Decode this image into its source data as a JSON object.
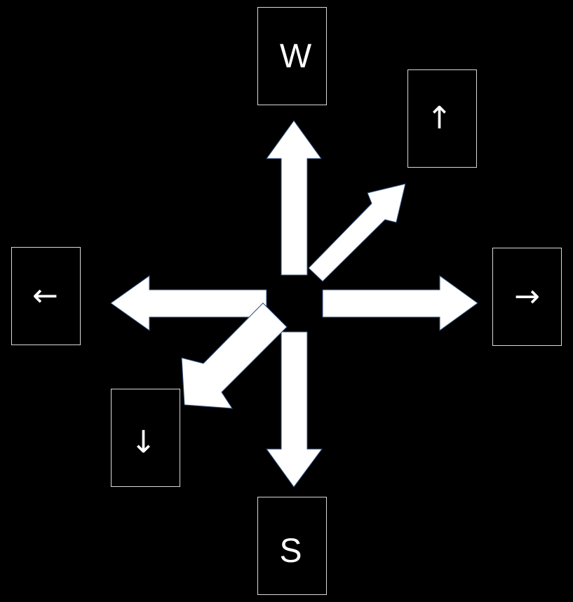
{
  "colors": {
    "background": "#000000",
    "card_border": "#d9d9d9",
    "card_text": "#ffffff",
    "arrow_fill": "#ffffff",
    "arrow_outline": "#2f4f7f"
  },
  "keys": {
    "w": "W",
    "s": "S",
    "up": "↑",
    "down": "↓",
    "left": "←",
    "right": "→"
  },
  "arrows": [
    {
      "direction": "up",
      "icon": "up-block-arrow-icon"
    },
    {
      "direction": "up-right",
      "icon": "diagonal-up-right-block-arrow-icon"
    },
    {
      "direction": "right",
      "icon": "right-block-arrow-icon"
    },
    {
      "direction": "down",
      "icon": "down-block-arrow-icon"
    },
    {
      "direction": "down-left",
      "icon": "diagonal-down-left-block-arrow-icon"
    },
    {
      "direction": "left",
      "icon": "left-block-arrow-icon"
    }
  ]
}
